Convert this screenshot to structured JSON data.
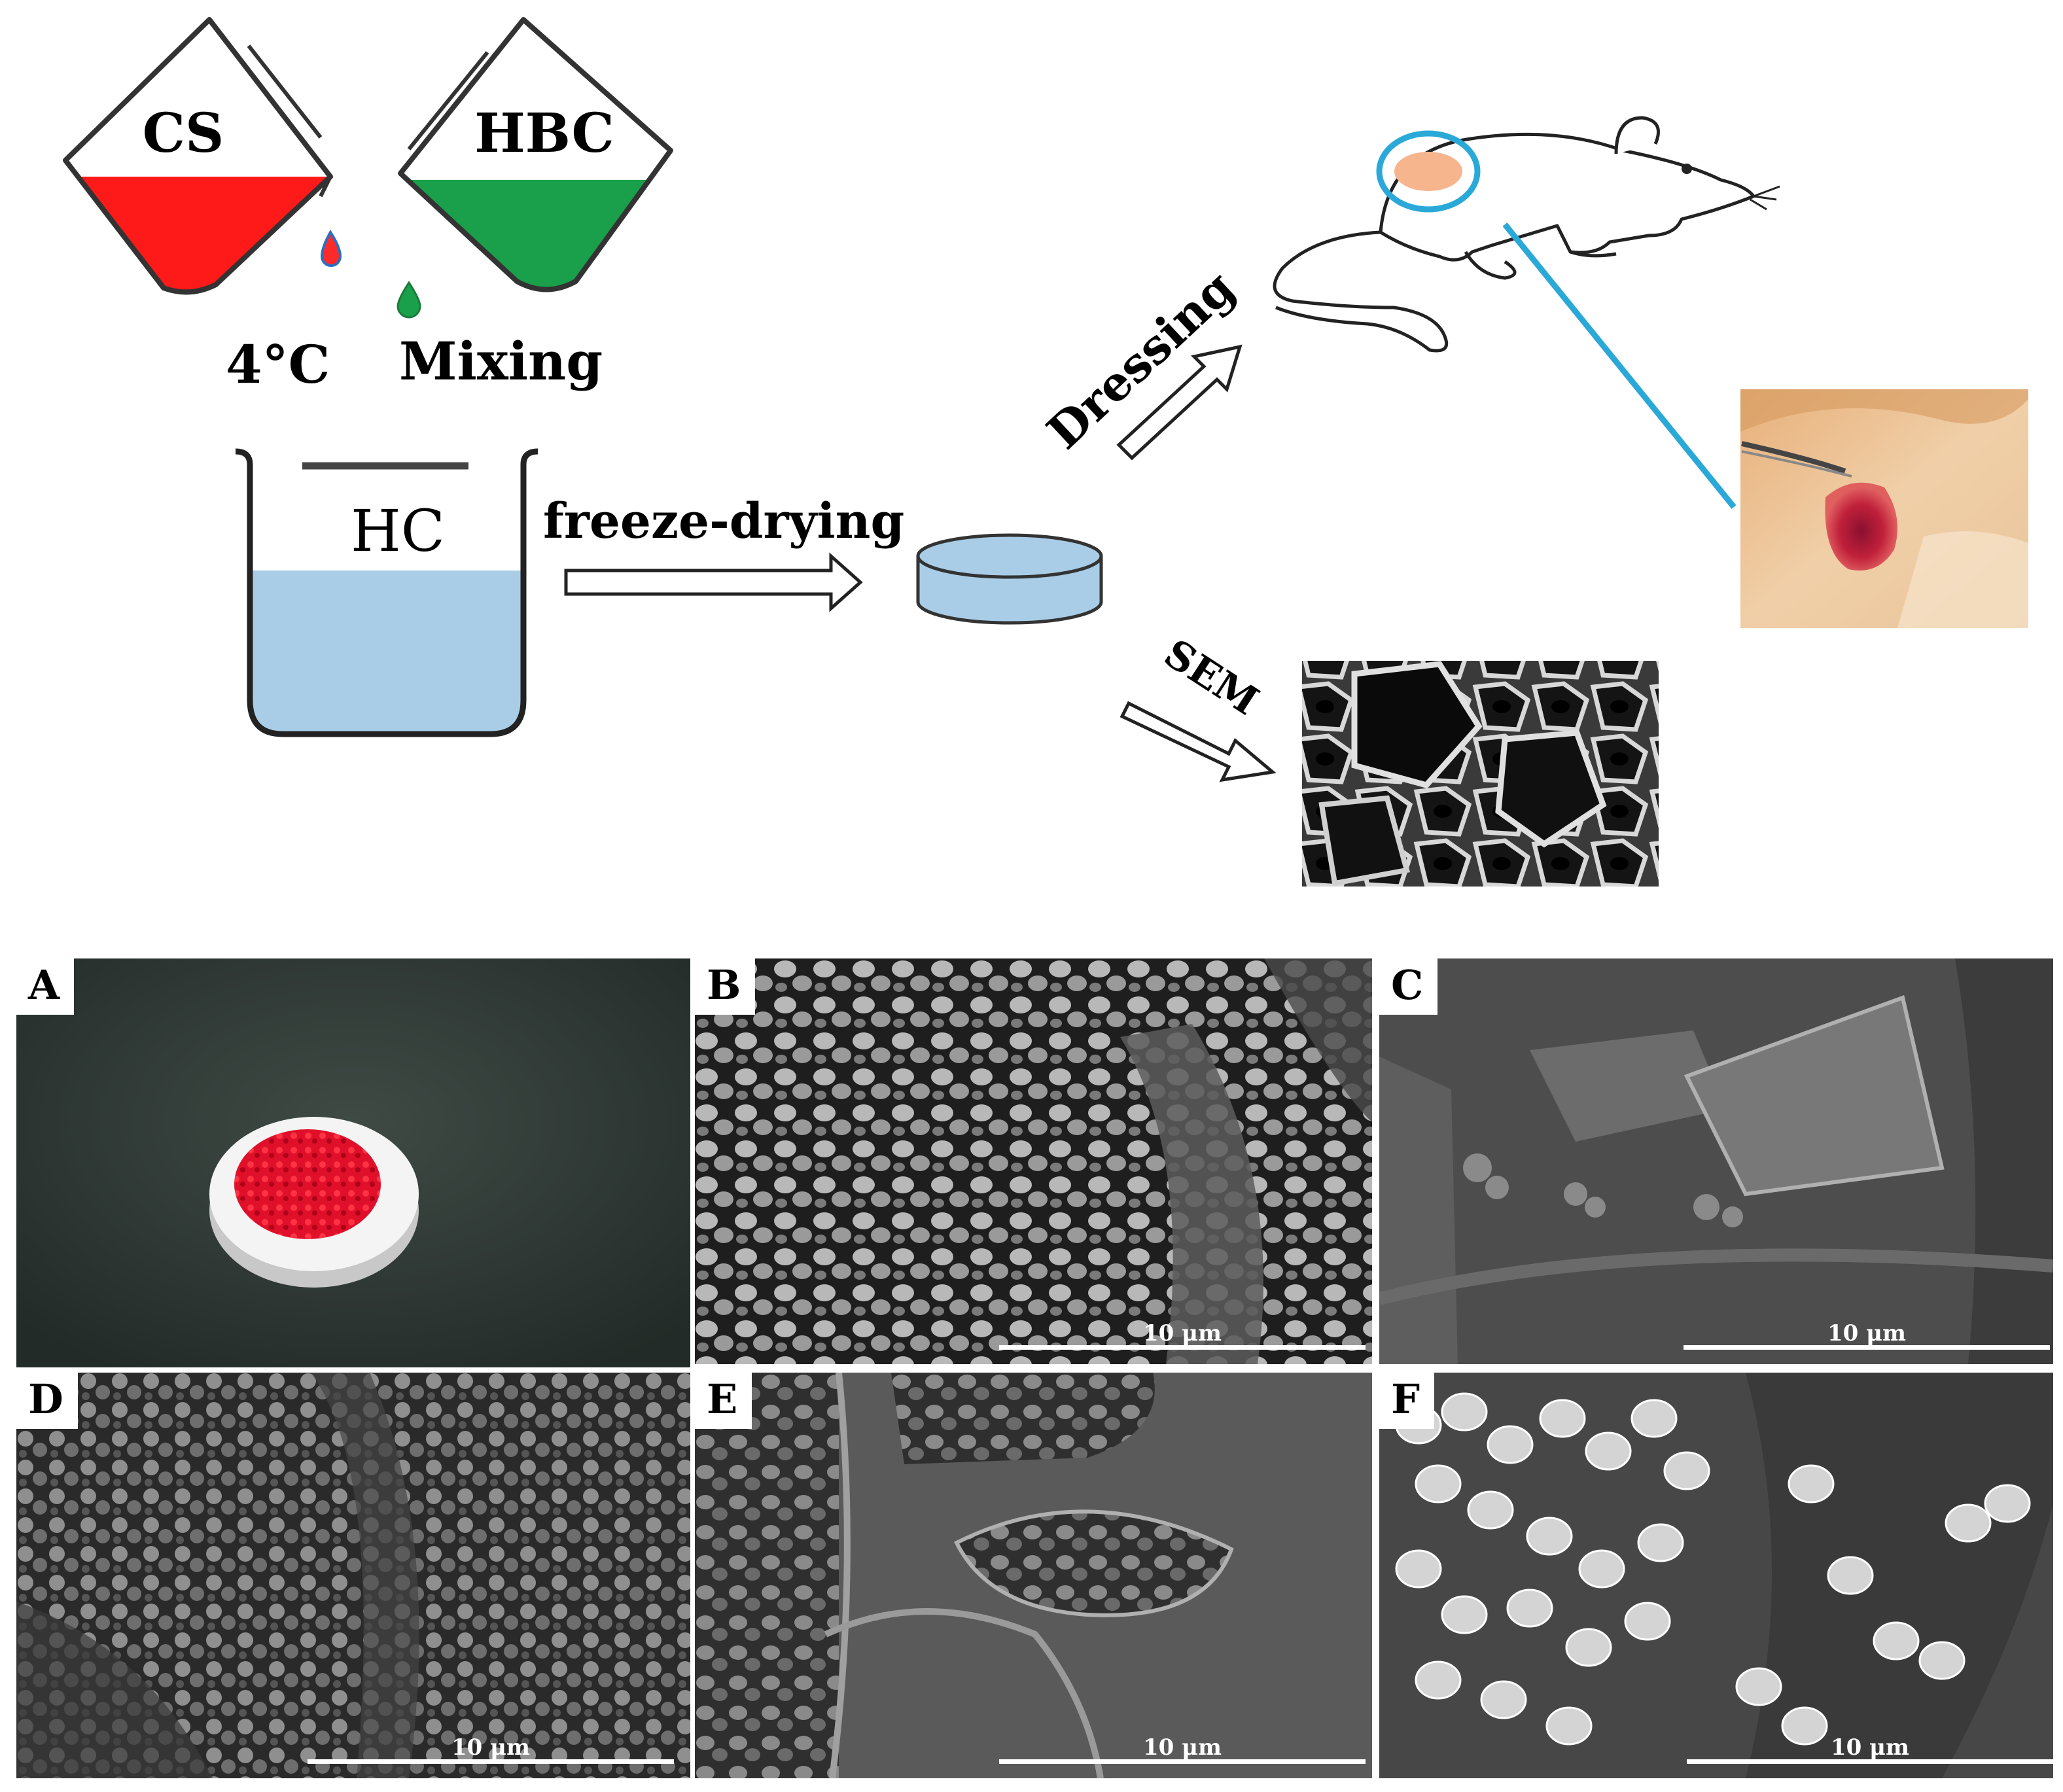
{
  "scheme": {
    "cs_label": "CS",
    "hbc_label": "HBC",
    "temp_label": "4°C",
    "mixing_label": "Mixing",
    "hc_label": "HC",
    "freeze_label": "freeze-drying",
    "dressing_label": "Dressing",
    "sem_label": "SEM"
  },
  "colors": {
    "cs_liquid": "#ff1a1a",
    "hbc_liquid": "#1aa04a",
    "hc_liquid": "#a9cde6",
    "pointer_line": "#2aa9d8",
    "wound_patch": "#f7b58e"
  },
  "panels": [
    {
      "label": "A",
      "scale": ""
    },
    {
      "label": "B",
      "scale": "10 μm"
    },
    {
      "label": "C",
      "scale": "10 μm"
    },
    {
      "label": "D",
      "scale": "10 μm"
    },
    {
      "label": "E",
      "scale": "10 μm"
    },
    {
      "label": "F",
      "scale": "10 μm"
    }
  ]
}
